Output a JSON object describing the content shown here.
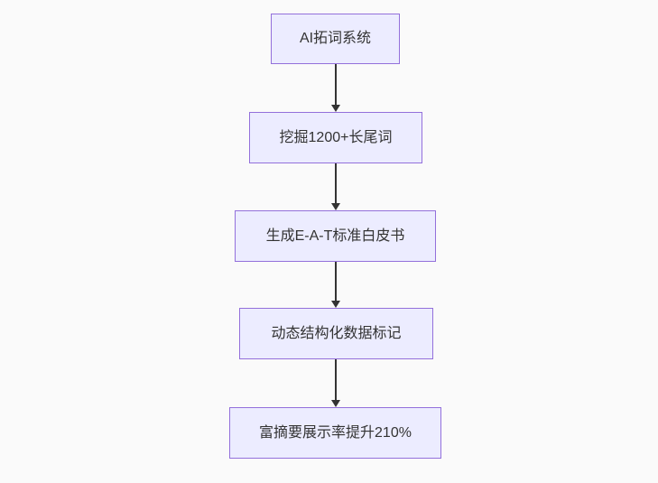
{
  "flowchart": {
    "type": "flowchart",
    "direction": "top-down",
    "nodes": [
      {
        "id": "A",
        "label": "AI拓词系统"
      },
      {
        "id": "B",
        "label": "挖掘1200+长尾词"
      },
      {
        "id": "C",
        "label": "生成E-A-T标准白皮书"
      },
      {
        "id": "D",
        "label": "动态结构化数据标记"
      },
      {
        "id": "E",
        "label": "富摘要展示率提升210%"
      }
    ],
    "edges": [
      {
        "from": "AI拓词系统",
        "to": "挖掘1200+长尾词"
      },
      {
        "from": "挖掘1200+长尾词",
        "to": "生成E-A-T标准白皮书"
      },
      {
        "from": "生成E-A-T标准白皮书",
        "to": "动态结构化数据标记"
      },
      {
        "from": "动态结构化数据标记",
        "to": "富摘要展示率提升210%"
      }
    ],
    "colors": {
      "background": "#fafafa",
      "node_fill": "#ececff",
      "node_border": "#9370db",
      "arrow": "#333333",
      "text": "#333333"
    }
  }
}
